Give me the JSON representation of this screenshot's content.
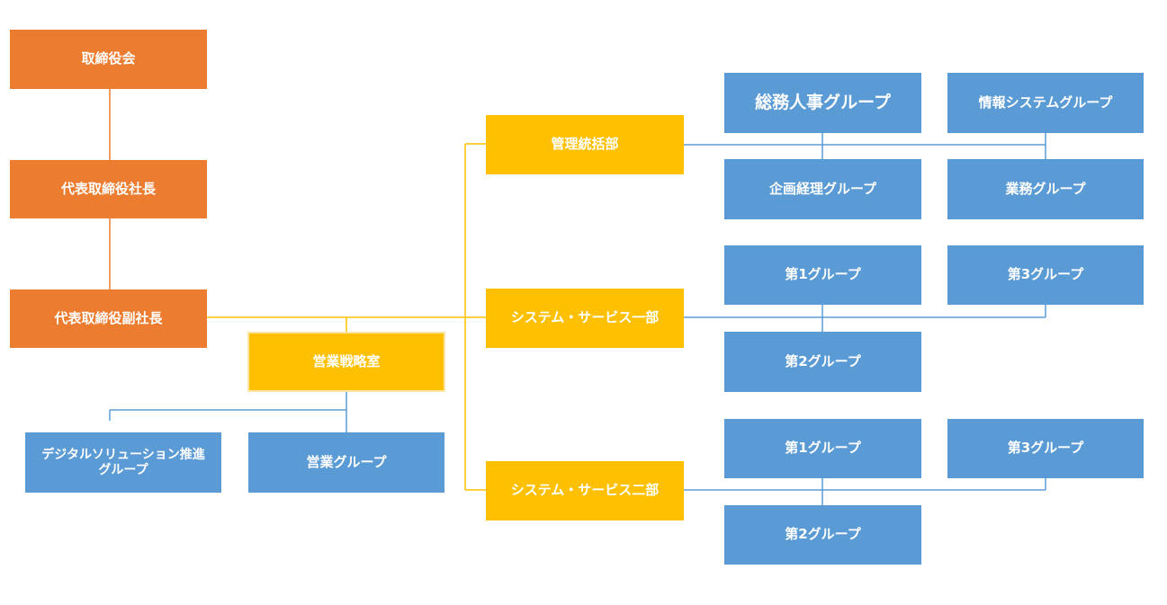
{
  "colors": {
    "executive": "#ec7c30",
    "department": "#fec001",
    "group": "#5b9bd5",
    "line_executive": "#ec7c30",
    "line_department": "#fec001",
    "line_group": "#5b9bd5"
  },
  "executive": {
    "board": "取締役会",
    "president": "代表取締役社長",
    "vice_president": "代表取締役副社長"
  },
  "sales_strategy": {
    "office": "営業戦略室",
    "dx_group_line1": "デジタルソリューション推進",
    "dx_group_line2": "グループ",
    "sales_group": "営業グループ"
  },
  "management": {
    "dept": "管理統括部",
    "general_affairs": "総務人事グループ",
    "info_systems": "情報システムグループ",
    "planning": "企画経理グループ",
    "operations": "業務グループ"
  },
  "system_service_1": {
    "dept": "システム・サービス一部",
    "group1": "第1グループ",
    "group2": "第2グループ",
    "group3": "第3グループ"
  },
  "system_service_2": {
    "dept": "システム・サービス二部",
    "group1": "第1グループ",
    "group2": "第2グループ",
    "group3": "第3グループ"
  }
}
